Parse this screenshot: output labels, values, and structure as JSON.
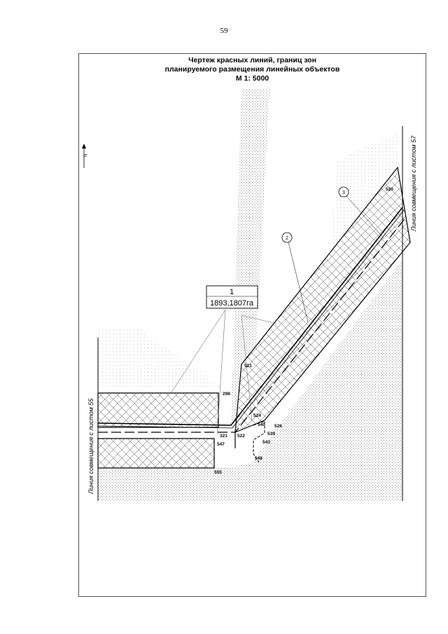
{
  "page_number": "59",
  "title": {
    "line1": "Чертеж красных линий, границ зон",
    "line2": "планируемого размещения линейных объектов",
    "scale": "М 1: 5000"
  },
  "north_arrow": {
    "label": "N",
    "icon": "north-arrow-icon"
  },
  "zone_label": {
    "number": "1",
    "area": "1893,1807га"
  },
  "callouts": {
    "c2": "2",
    "c3": "3"
  },
  "points": {
    "p520": "520",
    "p521": "521",
    "p298": "298",
    "p321": "321",
    "p522": "522",
    "p524": "524",
    "p526": "526",
    "p540": "540",
    "p539": "539",
    "p543": "543",
    "p548": "548",
    "p547": "547",
    "p555": "555"
  },
  "match_lines": {
    "left": "Линия совмещения с листом 55",
    "right": "Линия совмещения с листом 57"
  },
  "colors": {
    "ink": "#000000",
    "stipple": "#9a9a9a",
    "frame": "#555555"
  }
}
